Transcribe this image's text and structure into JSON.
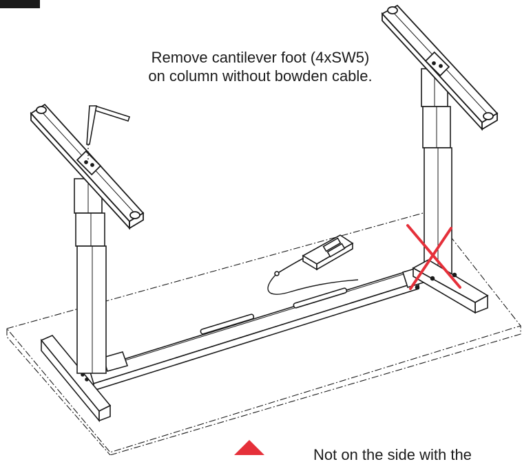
{
  "instruction": {
    "line1": "Remove cantilever foot (4xSW5)",
    "line2": "on column without bowden cable."
  },
  "warning": {
    "text": "Not on the side with the"
  },
  "colors": {
    "line": "#1a1a1a",
    "cross": "#e5303a",
    "warning": "#e5303a",
    "background": "#ffffff",
    "column_fill": "#ffffff"
  },
  "icons": {
    "cross": "cross-mark-icon",
    "warning": "warning-triangle-icon",
    "tool": "hex-key-icon"
  }
}
